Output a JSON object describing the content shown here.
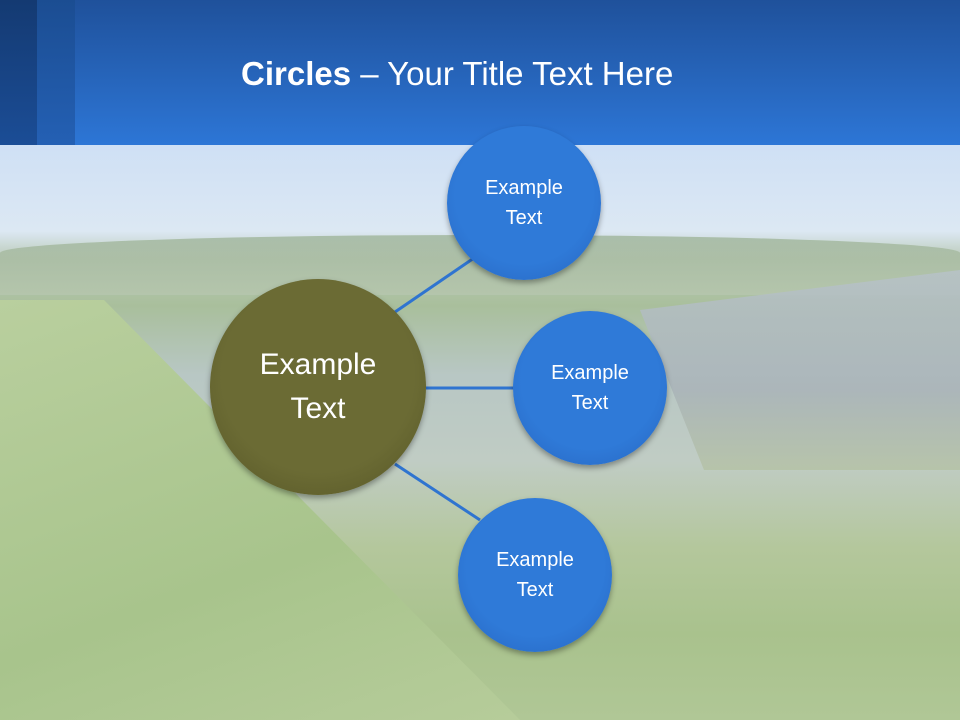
{
  "title": {
    "bold": "Circles",
    "rest": " – Your Title Text Here"
  },
  "center_node": {
    "line1": "Example",
    "line2": "Text"
  },
  "nodes": [
    {
      "line1": "Example",
      "line2": "Text"
    },
    {
      "line1": "Example",
      "line2": "Text"
    },
    {
      "line1": "Example",
      "line2": "Text"
    }
  ],
  "colors": {
    "header": "#2d76d6",
    "center": "#6b6b34",
    "node": "#2f7ad8",
    "connector": "#2f74d0"
  }
}
